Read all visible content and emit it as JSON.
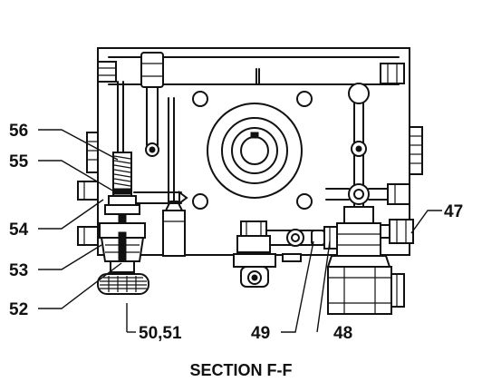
{
  "callouts": {
    "c56": "56",
    "c55": "55",
    "c54": "54",
    "c53": "53",
    "c52": "52",
    "c5051": "50,51",
    "c49": "49",
    "c48": "48",
    "c47": "47"
  },
  "caption": "SECTION F-F",
  "colors": {
    "ink": "#111111",
    "paper": "#ffffff"
  }
}
